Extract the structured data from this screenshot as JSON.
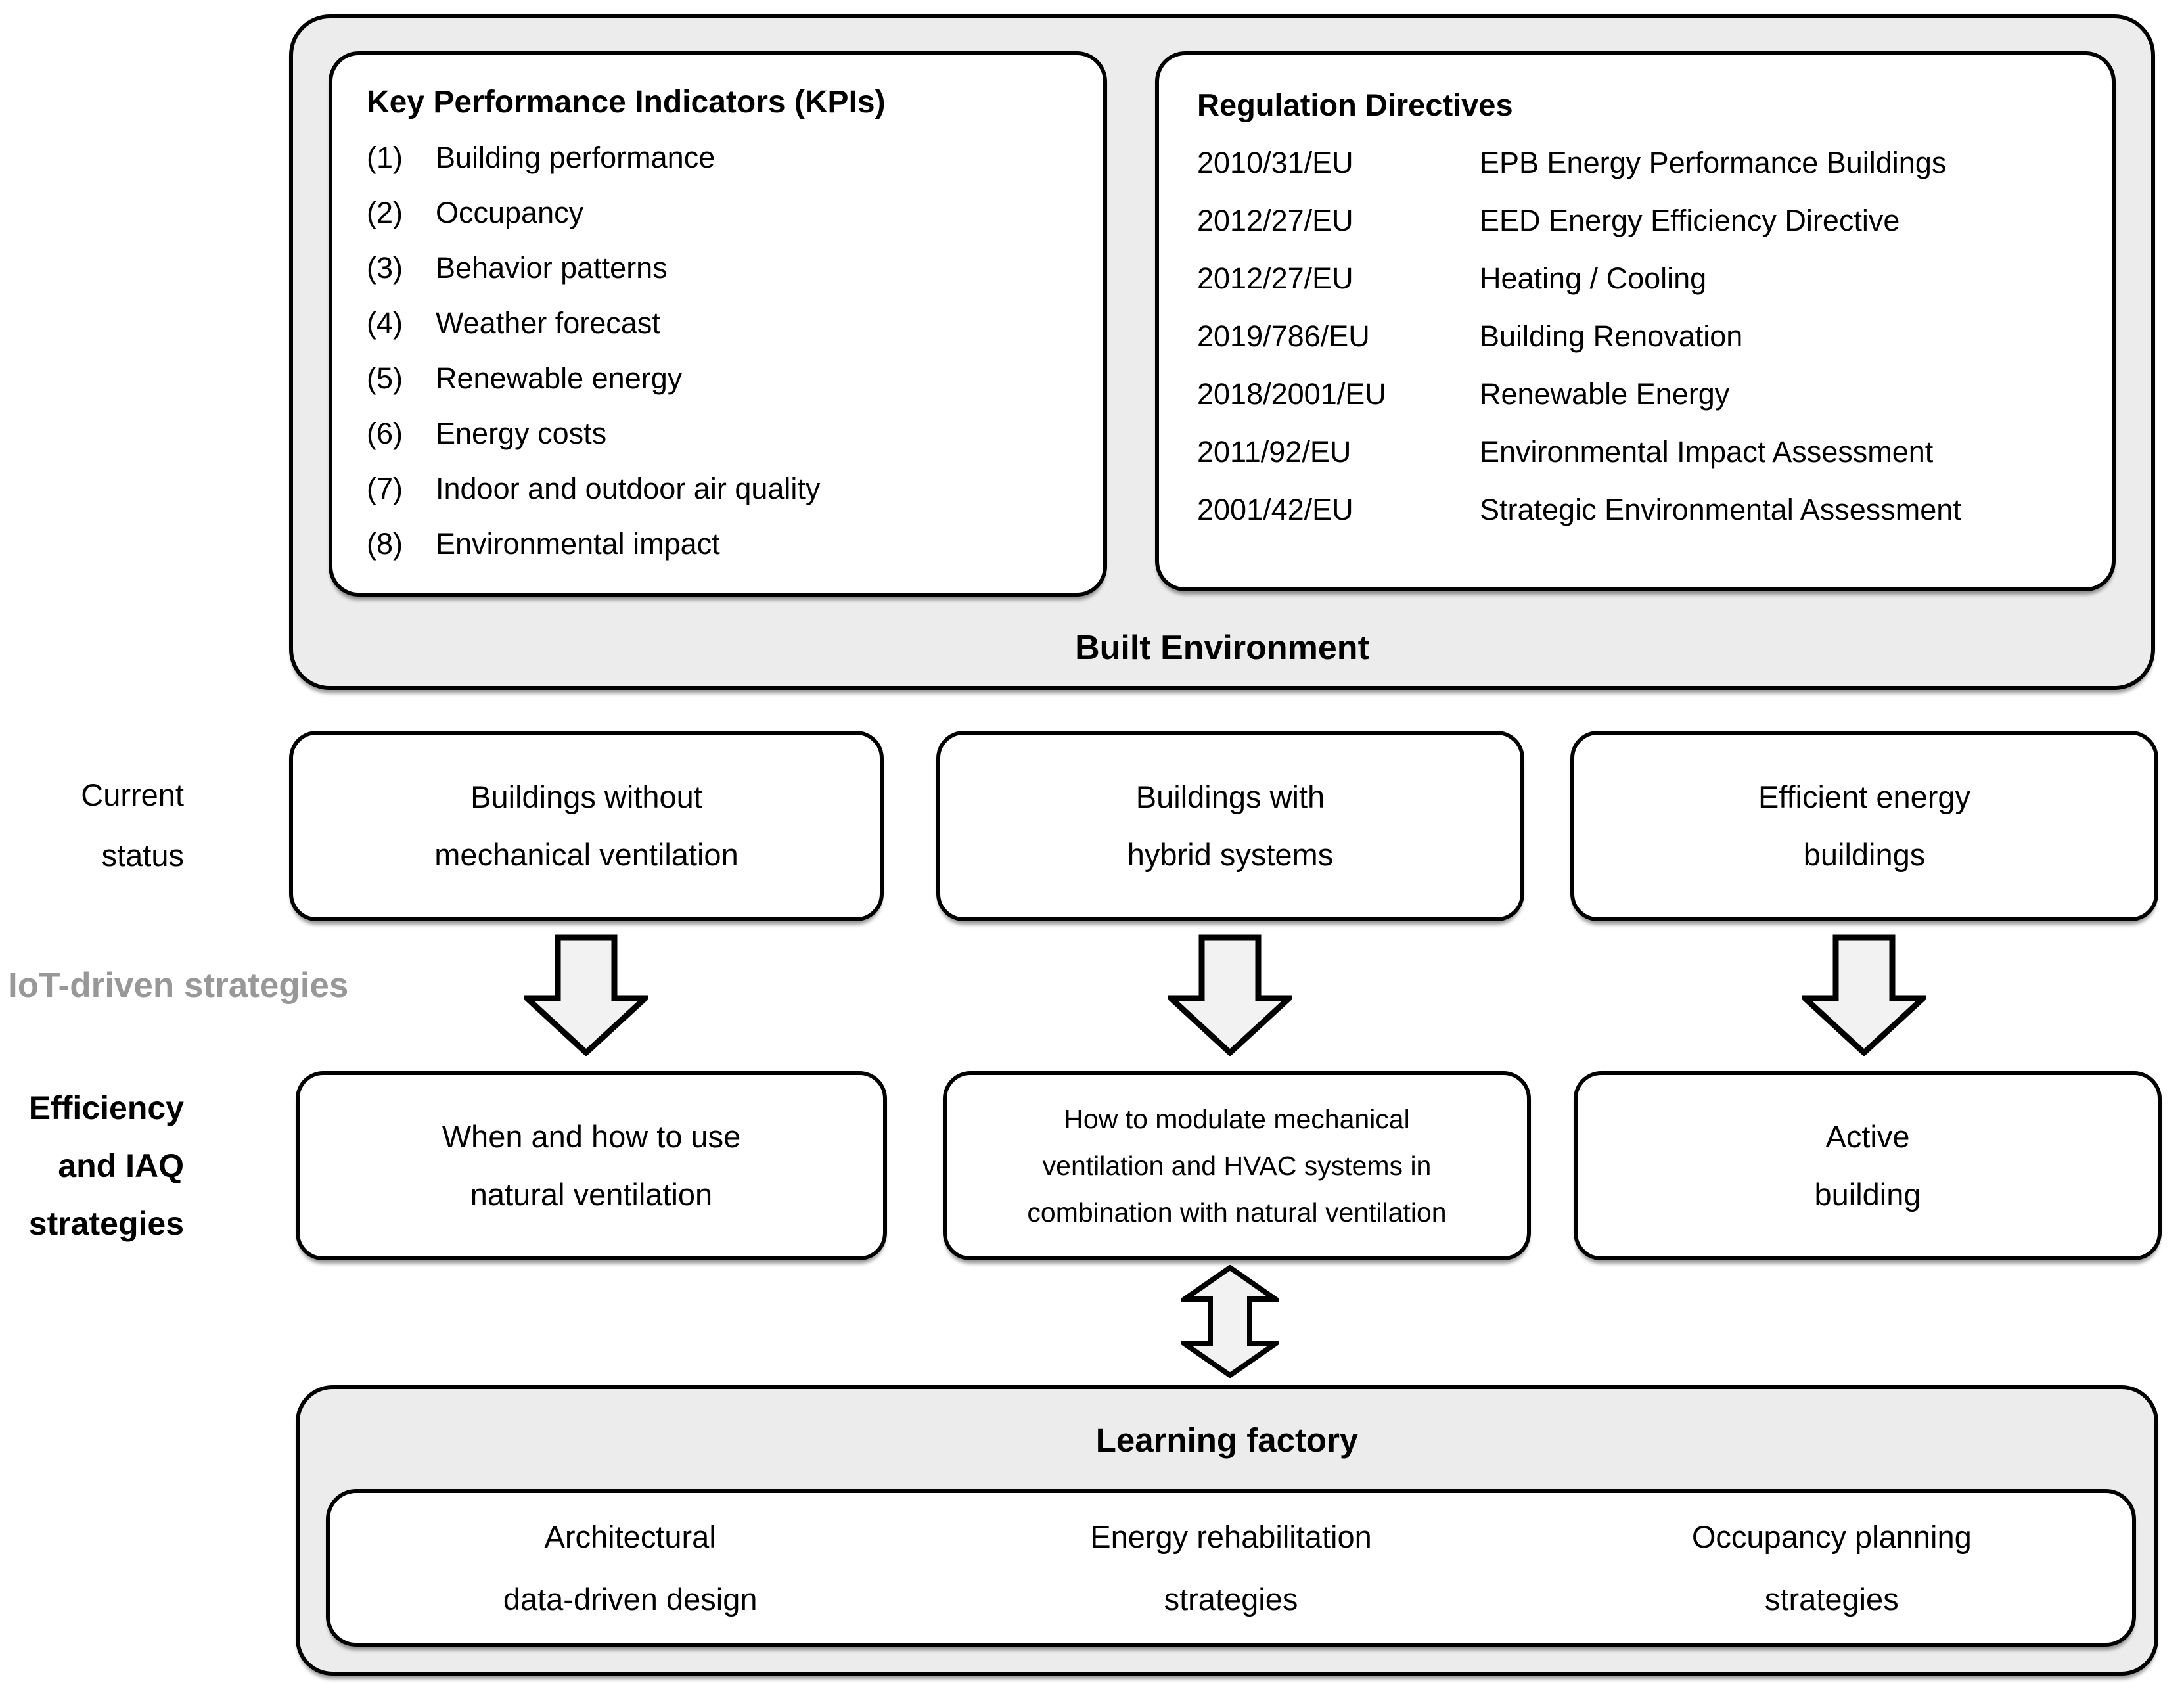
{
  "colors": {
    "panel_gray": "#ececec",
    "box_white": "#ffffff",
    "border_black": "#000000",
    "arrow_fill": "#f2f2f2",
    "iot_label_gray": "#989898"
  },
  "built_environment": {
    "title": "Built Environment",
    "kpi": {
      "title": "Key Performance Indicators (KPIs)",
      "items": [
        {
          "num": "(1)",
          "label": "Building performance"
        },
        {
          "num": "(2)",
          "label": "Occupancy"
        },
        {
          "num": "(3)",
          "label": "Behavior patterns"
        },
        {
          "num": "(4)",
          "label": "Weather forecast"
        },
        {
          "num": "(5)",
          "label": "Renewable energy"
        },
        {
          "num": "(6)",
          "label": "Energy costs"
        },
        {
          "num": "(7)",
          "label": "Indoor and outdoor air quality"
        },
        {
          "num": "(8)",
          "label": "Environmental impact"
        }
      ]
    },
    "regulations": {
      "title": "Regulation Directives",
      "items": [
        {
          "code": "2010/31/EU",
          "label": "EPB Energy Performance Buildings"
        },
        {
          "code": "2012/27/EU",
          "label": "EED Energy Efficiency Directive"
        },
        {
          "code": "2012/27/EU",
          "label": "Heating / Cooling"
        },
        {
          "code": "2019/786/EU",
          "label": "Building Renovation"
        },
        {
          "code": "2018/2001/EU",
          "label": "Renewable Energy"
        },
        {
          "code": "2011/92/EU",
          "label": "Environmental Impact Assessment"
        },
        {
          "code": "2001/42/EU",
          "label": "Strategic Environmental Assessment"
        }
      ]
    }
  },
  "side_labels": {
    "current_status": "Current\nstatus",
    "iot_strategies": "IoT-driven strategies",
    "efficiency_iaq": "Efficiency\nand IAQ\nstrategies"
  },
  "current_status_row": [
    {
      "text": "Buildings without\nmechanical ventilation"
    },
    {
      "text": "Buildings with\nhybrid systems"
    },
    {
      "text": "Efficient energy\nbuildings"
    }
  ],
  "strategy_row": [
    {
      "text": "When and how to use\nnatural ventilation"
    },
    {
      "text": "How to modulate mechanical\nventilation and HVAC systems in\ncombination with natural ventilation"
    },
    {
      "text": "Active\nbuilding"
    }
  ],
  "learning_factory": {
    "title": "Learning factory",
    "items": [
      {
        "text": "Architectural\ndata-driven design"
      },
      {
        "text": "Energy rehabilitation\nstrategies"
      },
      {
        "text": "Occupancy planning\nstrategies"
      }
    ]
  }
}
